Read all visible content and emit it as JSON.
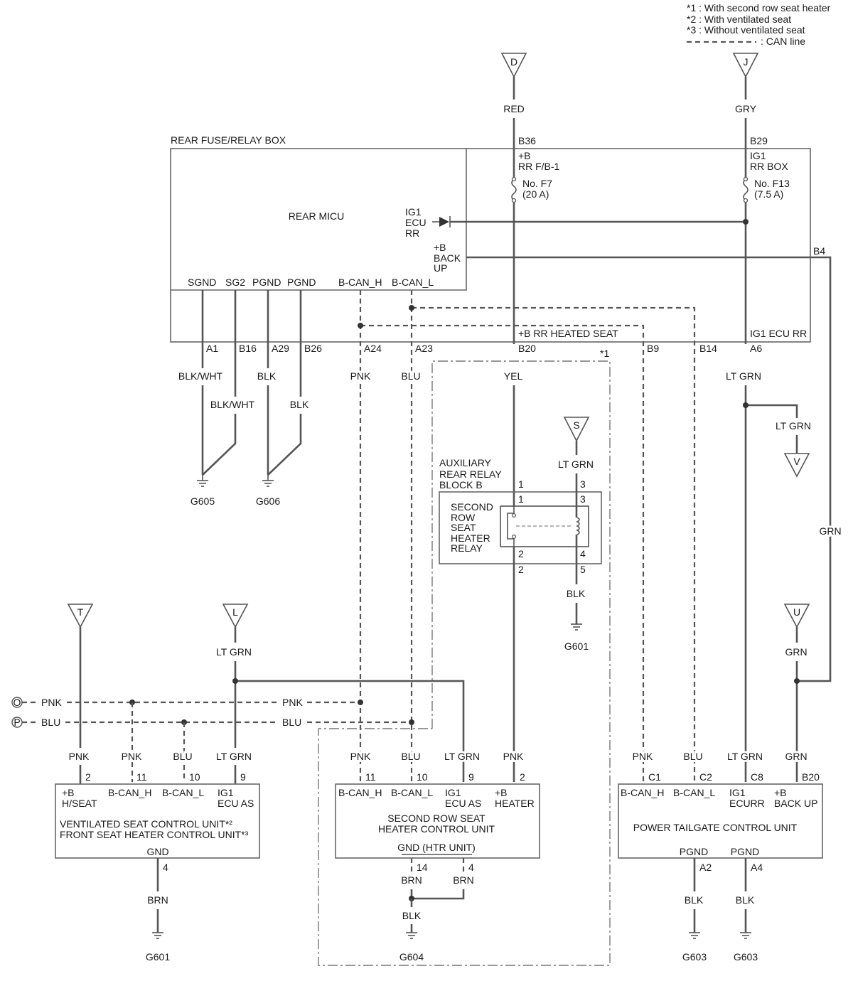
{
  "legend": {
    "n1": "*1 : With second row seat heater",
    "n2": "*2 : With ventilated seat",
    "n3": "*3 : Without ventilated seat",
    "can": ": CAN line"
  },
  "connectors": {
    "D": "D",
    "J": "J",
    "S": "S",
    "V": "V",
    "T": "T",
    "L": "L",
    "U": "U",
    "O": "O",
    "P": "P"
  },
  "fuse_box": {
    "title": "REAR FUSE/RELAY BOX",
    "micu": "REAR MICU",
    "ig1_a": "IG1",
    "ig1_b": "ECU",
    "ig1_c": "RR",
    "bb_a": "+B",
    "bb_b": "BACK",
    "bb_c": "UP",
    "f7_a": "+B",
    "f7_b": "RR F/B-1",
    "f7_c": "No. F7",
    "f7_d": "(20 A)",
    "f13_a": "IG1",
    "f13_b": "RR BOX",
    "f13_c": "No. F13",
    "f13_d": "(7.5 A)",
    "heated": "+B RR HEATED SEAT",
    "ig1_ecu_rr": "IG1 ECU RR",
    "pins_top": {
      "sgnd": "SGND",
      "sg2": "SG2",
      "pgnd1": "PGND",
      "pgnd2": "PGND",
      "bcanh": "B-CAN_H",
      "bcanl": "B-CAN_L"
    },
    "term": {
      "a1": "A1",
      "b16": "B16",
      "a29": "A29",
      "b26": "B26",
      "a24": "A24",
      "a23": "A23",
      "b20": "B20",
      "b9": "B9",
      "b14": "B14",
      "a6": "A6",
      "b36": "B36",
      "b29": "B29",
      "b4": "B4"
    }
  },
  "wires": {
    "red": "RED",
    "gry": "GRY",
    "blk_wht1": "BLK/WHT",
    "blk_wht2": "BLK/WHT",
    "blk1": "BLK",
    "blk2": "BLK",
    "pnk": "PNK",
    "blu": "BLU",
    "yel": "YEL",
    "lt_grn_a6": "LT GRN",
    "lt_grn_v": "LT GRN",
    "grn_b4": "GRN",
    "lt_grn_s": "LT GRN",
    "blk_relay": "BLK",
    "lt_grn_l": "LT GRN",
    "grn_u": "GRN",
    "pnk_o": "PNK",
    "pnk_mid": "PNK",
    "blu_p": "BLU",
    "blu_mid": "BLU"
  },
  "grounds": {
    "g605": "G605",
    "g606": "G606",
    "g601a": "G601",
    "g601b": "G601",
    "g604": "G604",
    "g603a": "G603",
    "g603b": "G603"
  },
  "relay": {
    "block_a": "AUXILIARY",
    "block_b": "REAR RELAY",
    "block_c": "BLOCK B",
    "r1": "SECOND",
    "r2": "ROW",
    "r3": "SEAT",
    "r4": "HEATER",
    "r5": "RELAY",
    "p1o": "1",
    "p1i": "1",
    "p3o": "3",
    "p3i": "3",
    "p2i": "2",
    "p2o": "2",
    "p4i": "4",
    "p5o": "5"
  },
  "note1": "*1",
  "vent_unit": {
    "w_pnk": "PNK",
    "w_pnk2": "PNK",
    "w_blu": "BLU",
    "w_ltgrn": "LT GRN",
    "p2": "2",
    "p11": "11",
    "p10": "10",
    "p9": "9",
    "p4": "4",
    "t_b_a": "+B",
    "t_b_b": "H/SEAT",
    "t_ch": "B-CAN_H",
    "t_cl": "B-CAN_L",
    "t_ig_a": "IG1",
    "t_ig_b": "ECU AS",
    "name1": "VENTILATED SEAT CONTROL UNIT*²",
    "name2": "FRONT SEAT HEATER CONTROL UNIT*³",
    "gnd": "GND",
    "w_brn": "BRN"
  },
  "heater_unit": {
    "w_pnk": "PNK",
    "w_blu": "BLU",
    "w_ltgrn": "LT GRN",
    "w_pnk2": "PNK",
    "p11": "11",
    "p10": "10",
    "p9": "9",
    "p2": "2",
    "p14": "14",
    "p4": "4",
    "t_ch": "B-CAN_H",
    "t_cl": "B-CAN_L",
    "t_ig_a": "IG1",
    "t_ig_b": "ECU AS",
    "t_b_a": "+B",
    "t_b_b": "HEATER",
    "name1": "SECOND ROW SEAT",
    "name2": "HEATER CONTROL UNIT",
    "gnd": "GND (HTR UNIT)",
    "w_brn1": "BRN",
    "w_brn2": "BRN",
    "w_blk": "BLK"
  },
  "tailgate_unit": {
    "w_pnk": "PNK",
    "w_blu": "BLU",
    "w_ltgrn": "LT GRN",
    "w_grn": "GRN",
    "c1": "C1",
    "c2": "C2",
    "c8": "C8",
    "b20": "B20",
    "a2": "A2",
    "a4": "A4",
    "t_ch": "B-CAN_H",
    "t_cl": "B-CAN_L",
    "t_ig_a": "IG1",
    "t_ig_b": "ECURR",
    "t_b_a": "+B",
    "t_b_b": "BACK UP",
    "name": "POWER TAILGATE CONTROL UNIT",
    "pgnd1": "PGND",
    "pgnd2": "PGND",
    "w_blk1": "BLK",
    "w_blk2": "BLK"
  }
}
